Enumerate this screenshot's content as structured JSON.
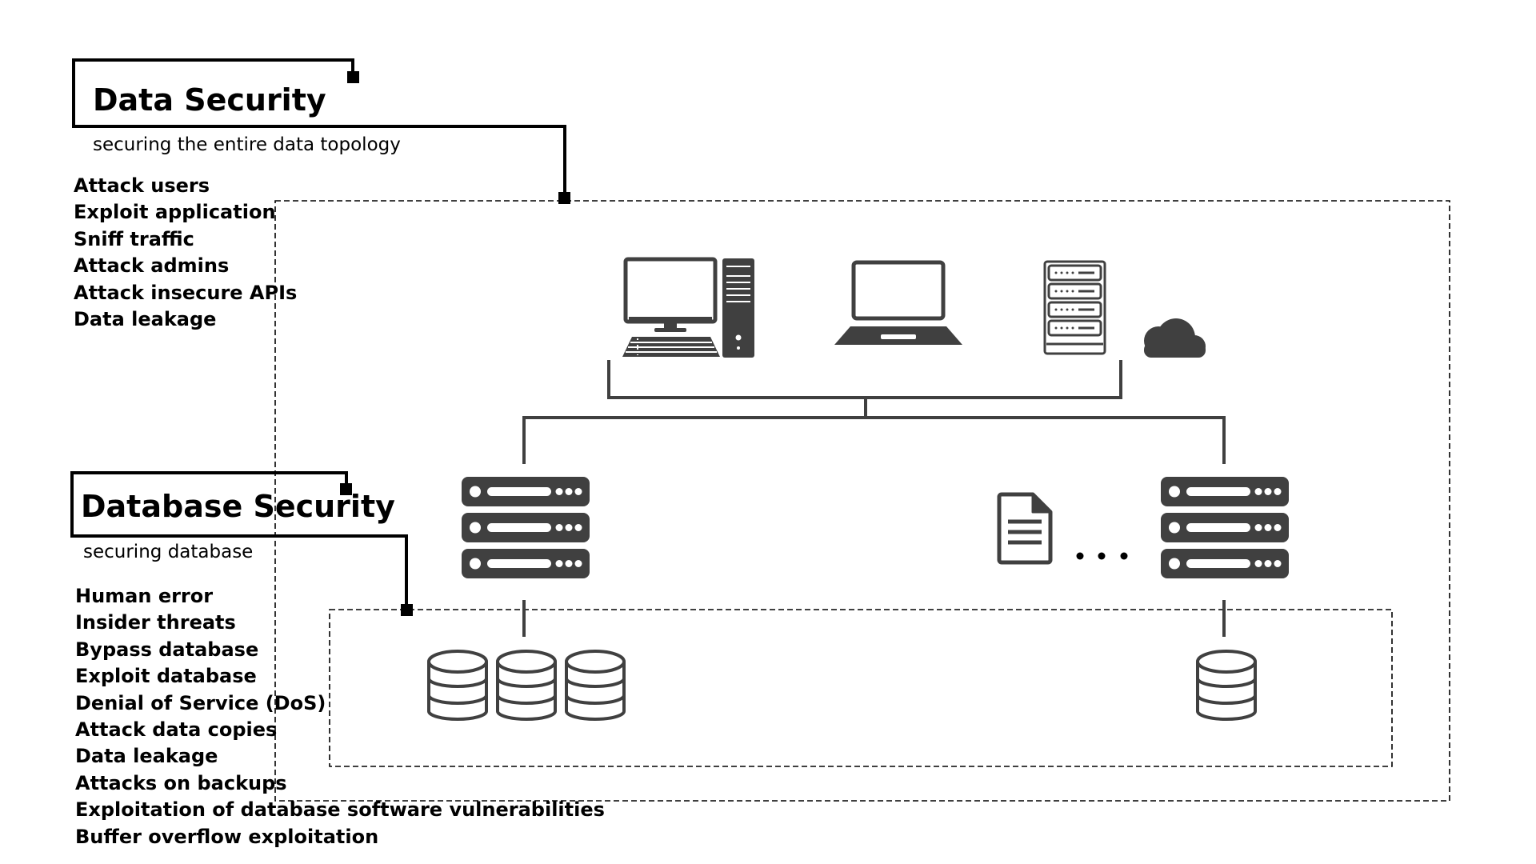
{
  "data_security": {
    "title": "Data Security",
    "subtitle": "securing the entire data topology",
    "threats": [
      "Attack users",
      "Exploit application",
      "Sniff traffic",
      "Attack admins",
      "Attack insecure APIs",
      "Data leakage"
    ]
  },
  "database_security": {
    "title": "Database Security",
    "subtitle": "securing database",
    "threats": [
      "Human error",
      "Insider threats",
      "Bypass database",
      "Exploit database",
      "Denial of Service (DoS)",
      "Attack data copies",
      "Data leakage",
      "Attacks on backups",
      "Exploitation of database software vulnerabilities",
      "Buffer overflow exploitation"
    ]
  },
  "icons": {
    "client_devices": [
      "desktop-computer-icon",
      "laptop-icon",
      "server-rack-icon",
      "cloud-icon"
    ],
    "app_servers": [
      "server-stack-icon",
      "server-stack-icon"
    ],
    "other": [
      "document-icon",
      "ellipsis-icon"
    ],
    "databases": [
      "database-icon",
      "database-icon",
      "database-icon",
      "database-icon"
    ]
  },
  "colors": {
    "icon": "#404040",
    "line": "#404040",
    "accent": "#000000",
    "background": "#ffffff"
  }
}
